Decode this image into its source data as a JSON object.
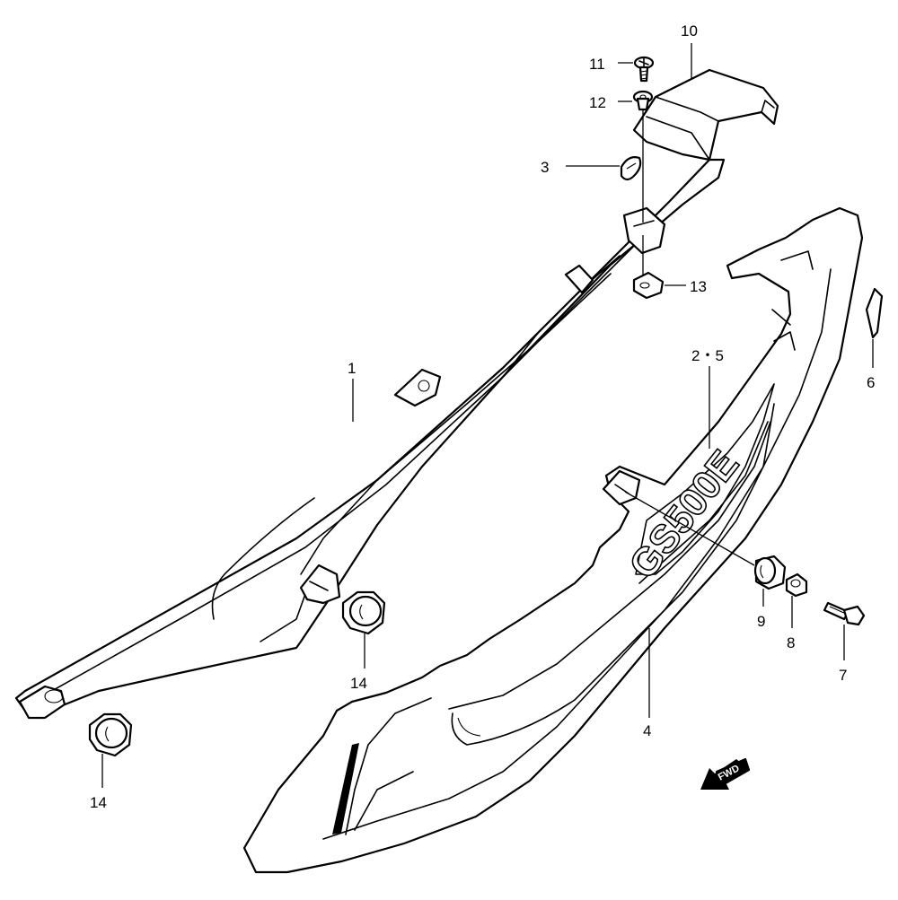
{
  "parts": {
    "p1": "1",
    "p2_5": "2・5",
    "p3": "3",
    "p4": "4",
    "p6": "6",
    "p7": "7",
    "p8": "8",
    "p9": "9",
    "p10": "10",
    "p11": "11",
    "p12": "12",
    "p13": "13",
    "p14a": "14",
    "p14b": "14"
  },
  "decal_text": "GS500E",
  "direction_label": "FWD"
}
